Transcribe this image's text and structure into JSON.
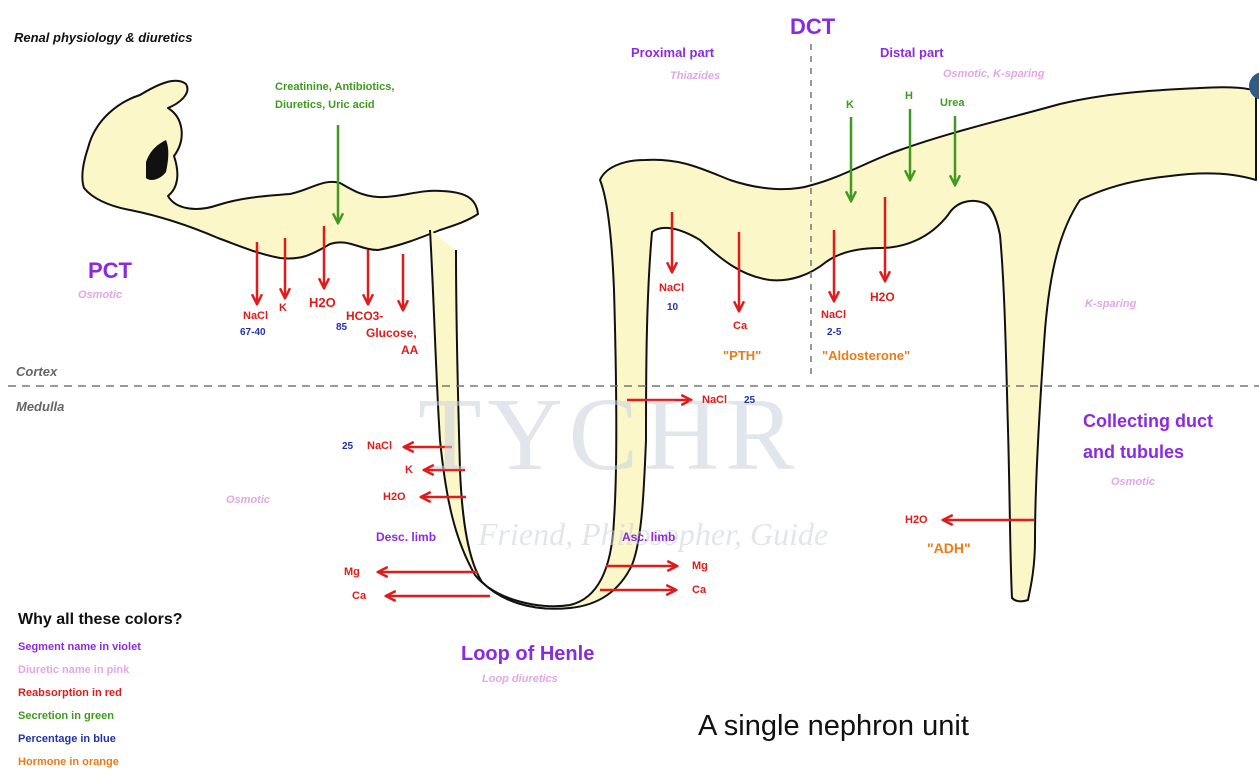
{
  "header": "Renal physiology & diuretics",
  "title": "A single nephron unit",
  "regions": {
    "cortex": "Cortex",
    "medulla": "Medulla"
  },
  "watermark": {
    "brand": "TYCHR",
    "tagline": "Friend, Philosopher, Guide"
  },
  "segments": {
    "pct": {
      "name": "PCT",
      "diuretic": "Osmotic"
    },
    "dct": {
      "name": "DCT",
      "proximal": "Proximal part",
      "proximal_diuretic": "Thiazides",
      "distal": "Distal part",
      "distal_diuretic": "Osmotic, K-sparing"
    },
    "loop": {
      "name": "Loop of Henle",
      "diuretic": "Loop diuretics",
      "desc": "Desc. limb",
      "desc_diuretic": "Osmotic",
      "asc": "Asc. limb"
    },
    "cd": {
      "name_line1": "Collecting duct",
      "name_line2": "and tubules",
      "diuretic": "Osmotic",
      "k_sparing": "K-sparing"
    }
  },
  "pct_secretion": {
    "line1": "Creatinine, Antibiotics,",
    "line2": "Diuretics, Uric acid"
  },
  "pct_reabsorption": {
    "nacl": "NaCl",
    "nacl_pct": "67-40",
    "k": "K",
    "h2o": "H2O",
    "h2o_pct": "85",
    "hco3": "HCO3-",
    "glucose": "Glucose,",
    "aa": "AA"
  },
  "desc_limb": {
    "nacl": "NaCl",
    "nacl_pct": "25",
    "k": "K",
    "h2o": "H2O",
    "mg": "Mg",
    "ca": "Ca"
  },
  "asc_limb": {
    "nacl": "NaCl",
    "nacl_pct": "25",
    "mg": "Mg",
    "ca": "Ca"
  },
  "dct_proximal": {
    "nacl": "NaCl",
    "nacl_pct": "10",
    "ca": "Ca",
    "hormone": "\"PTH\""
  },
  "dct_distal": {
    "k": "K",
    "h": "H",
    "urea": "Urea",
    "nacl": "NaCl",
    "nacl_pct": "2-5",
    "h2o": "H2O",
    "hormone": "\"Aldosterone\""
  },
  "cd": {
    "h2o": "H2O",
    "hormone": "\"ADH\""
  },
  "legend": {
    "title": "Why all these colors?",
    "items": [
      {
        "text": "Segment name in violet",
        "color": "#8a2be2"
      },
      {
        "text": "Diuretic name in pink",
        "color": "#e3a6e6"
      },
      {
        "text": "Reabsorption in red",
        "color": "#e01b1b"
      },
      {
        "text": "Secretion in green",
        "color": "#3f9a1f"
      },
      {
        "text": "Percentage in blue",
        "color": "#2233aa"
      },
      {
        "text": "Hormone in orange",
        "color": "#ee7a16"
      }
    ]
  },
  "colors": {
    "tubule": "#fcf7c8",
    "reabsorption": "#e01b1b",
    "secretion": "#3f9a1f"
  }
}
